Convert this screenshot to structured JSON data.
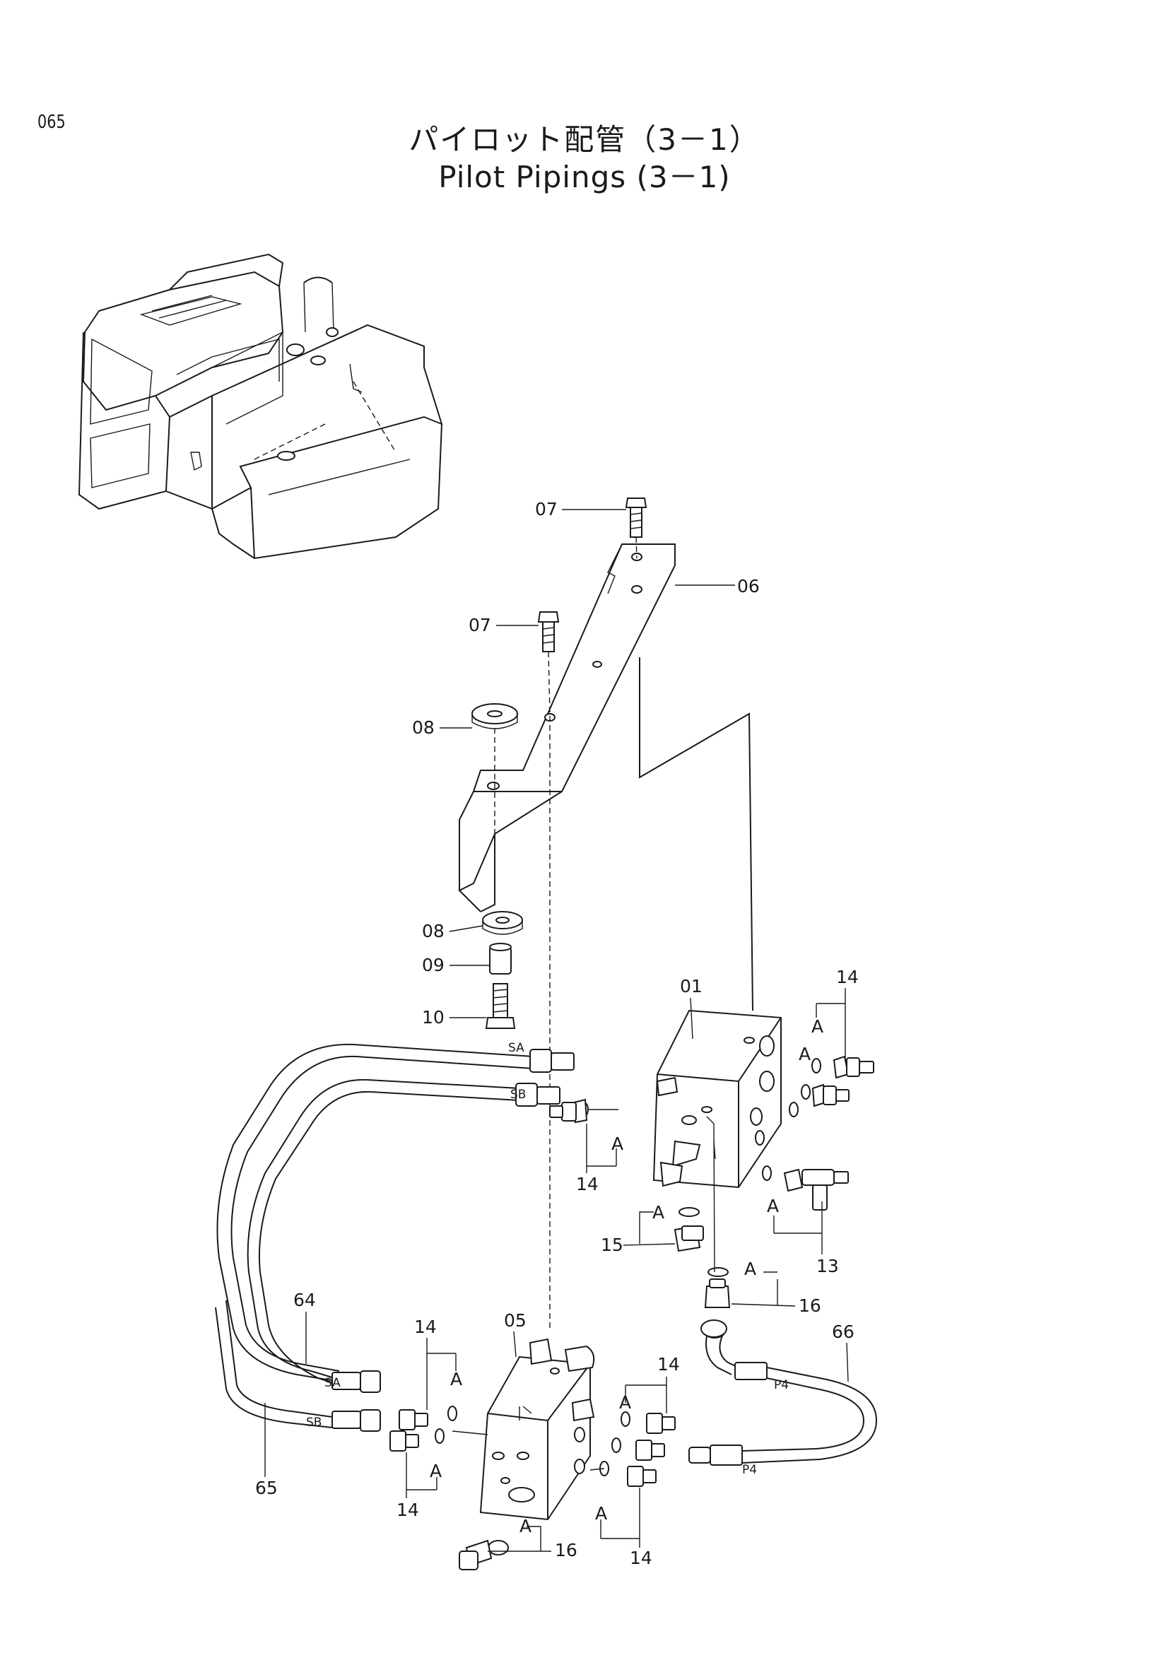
{
  "page_number": "065",
  "title": {
    "japanese": "パイロット配管（3－1）",
    "english": "Pilot Pipings (3－1)"
  },
  "callouts": {
    "p01": "01",
    "p05": "05",
    "p06": "06",
    "p07a": "07",
    "p07b": "07",
    "p08a": "08",
    "p08b": "08",
    "p09": "09",
    "p10": "10",
    "p13": "13",
    "p14a": "14",
    "p14b": "14",
    "p14c": "14",
    "p14d": "14",
    "p14e": "14",
    "p15": "15",
    "p16a": "16",
    "p16b": "16",
    "p64": "64",
    "p65": "65",
    "p66": "66"
  },
  "port_labels": {
    "sa_top": "SA",
    "sb_top": "SB",
    "sa_bot": "SA",
    "sb_bot": "SB",
    "p4_a": "P4",
    "p4_b": "P4"
  },
  "group_markers": {
    "a1": "A",
    "a2": "A",
    "a3": "A",
    "a4": "A",
    "a5": "A",
    "a6": "A",
    "a7": "A",
    "a8": "A",
    "a9": "A",
    "a10": "A",
    "a11": "A"
  }
}
